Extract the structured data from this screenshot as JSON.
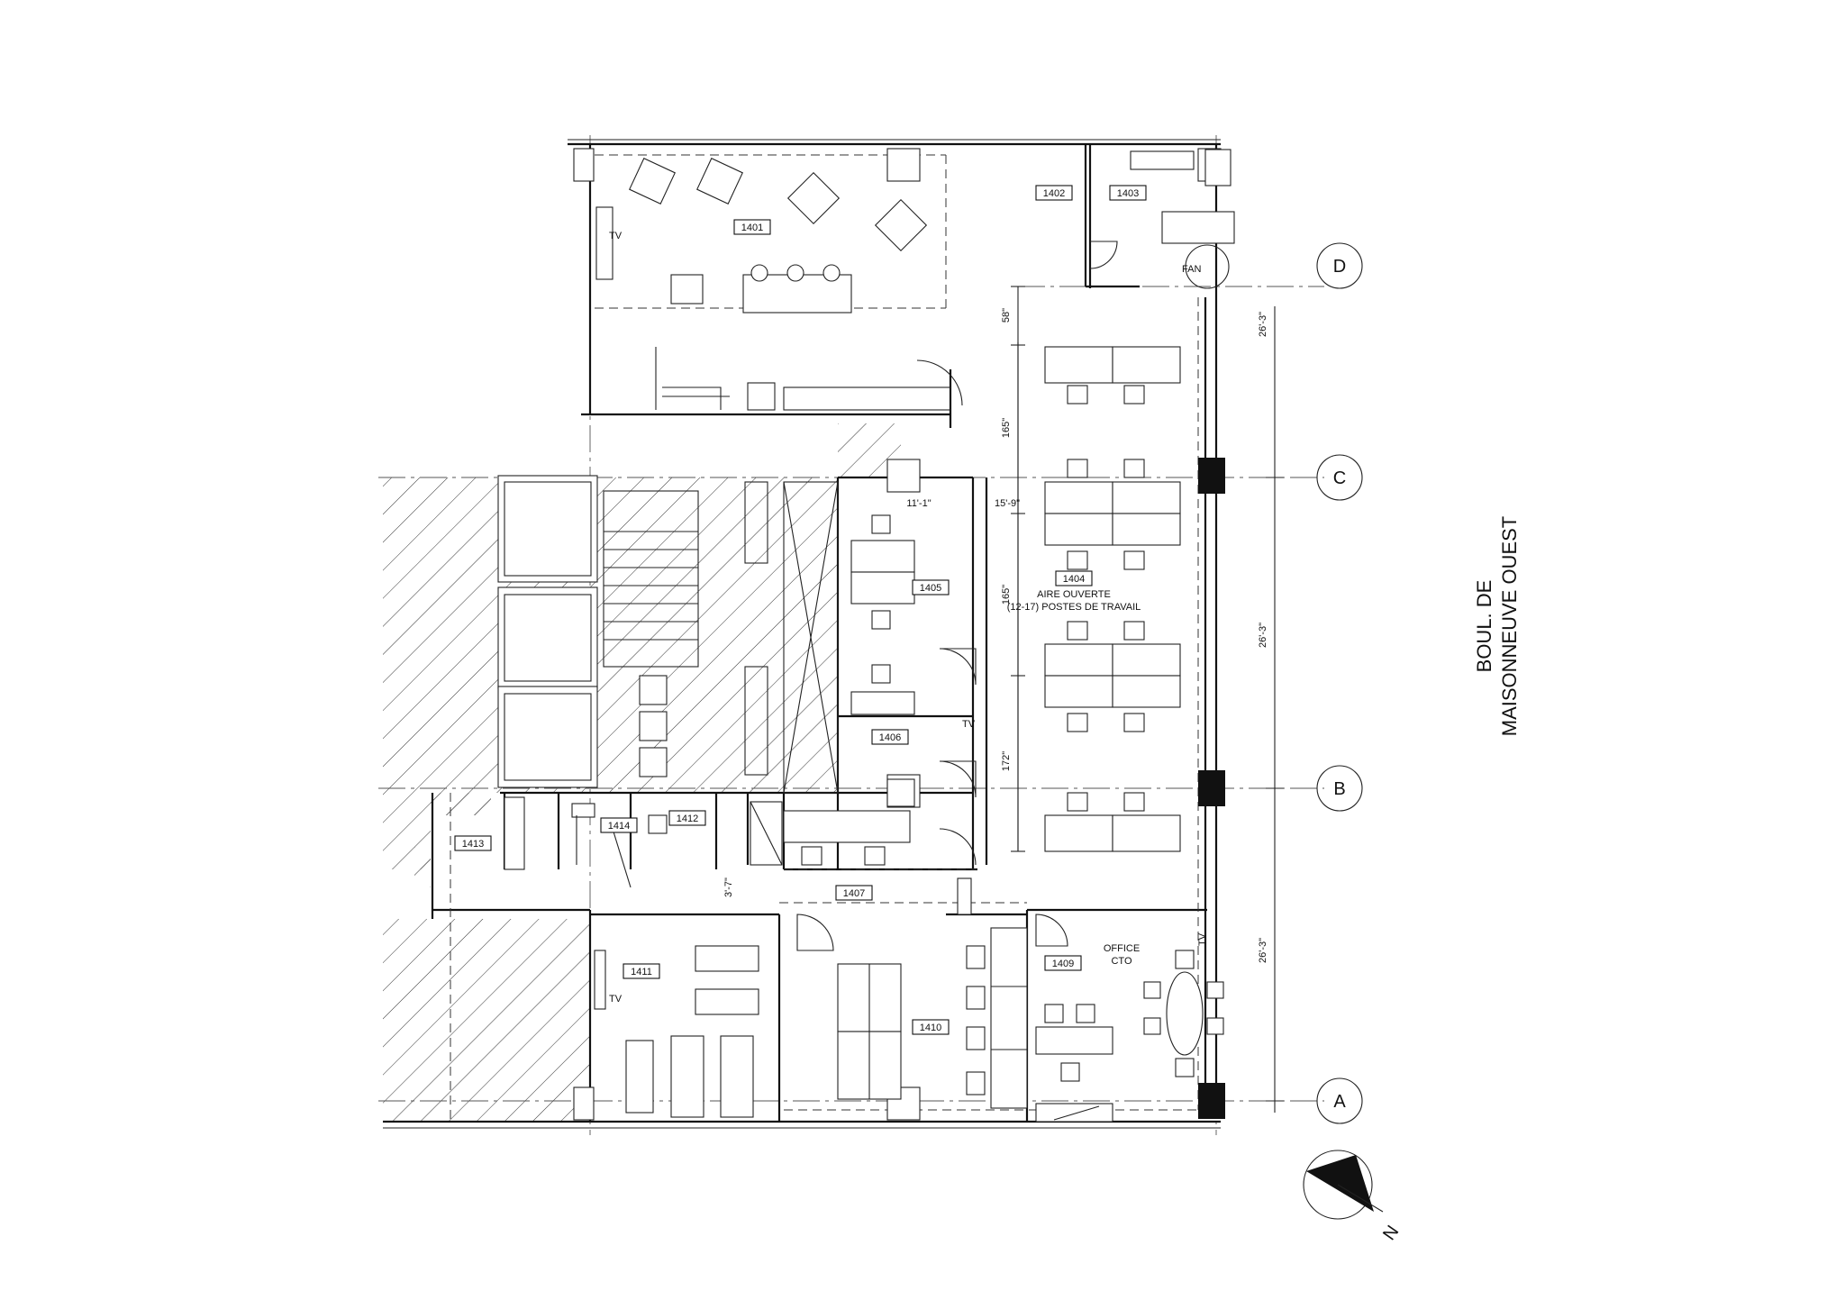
{
  "rooms": [
    {
      "id": "1401",
      "label": "1401"
    },
    {
      "id": "1402",
      "label": "1402"
    },
    {
      "id": "1403",
      "label": "1403"
    },
    {
      "id": "1404",
      "label": "1404",
      "sub1": "AIRE OUVERTE",
      "sub2": "(12-17) POSTES DE TRAVAIL"
    },
    {
      "id": "1405",
      "label": "1405"
    },
    {
      "id": "1406",
      "label": "1406"
    },
    {
      "id": "1407",
      "label": "1407"
    },
    {
      "id": "1409",
      "label": "1409",
      "sub1": "OFFICE",
      "sub2": "CTO"
    },
    {
      "id": "1410",
      "label": "1410"
    },
    {
      "id": "1411",
      "label": "1411"
    },
    {
      "id": "1412",
      "label": "1412"
    },
    {
      "id": "1413",
      "label": "1413"
    },
    {
      "id": "1414",
      "label": "1414"
    }
  ],
  "grid_lines": [
    "D",
    "C",
    "B",
    "A"
  ],
  "dimensions": {
    "d_58": "58\"",
    "d_165a": "165\"",
    "d_165b": "165\"",
    "d_172": "172\"",
    "d_11_1": "11'-1\"",
    "d_15_9": "15'-9\"",
    "d_3_7": "3'-7\"",
    "d_26_3a": "26'-3\"",
    "d_26_3b": "26'-3\"",
    "d_26_3c": "26'-3\""
  },
  "tv_labels": {
    "tv1": "TV",
    "tv2": "TV",
    "tv3": "TV",
    "tv4": "TV"
  },
  "fan_label": "FAN",
  "street": {
    "line1": "BOUL. DE",
    "line2": "MAISONNEUVE OUEST"
  },
  "north": "N"
}
